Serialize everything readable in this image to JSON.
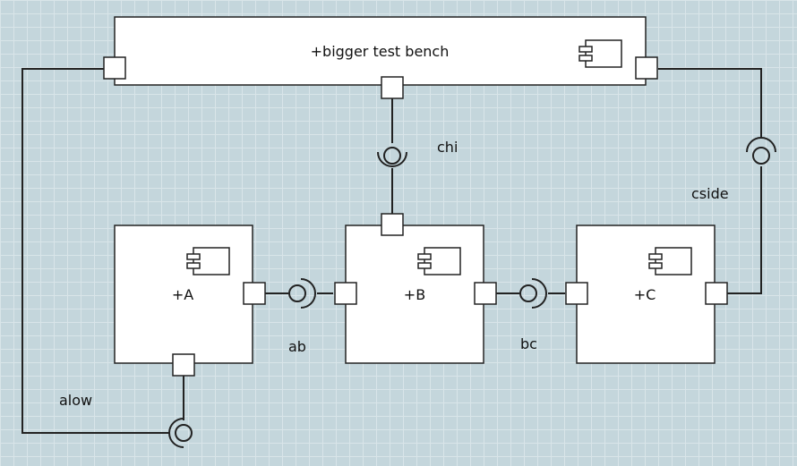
{
  "diagram": {
    "bench": {
      "name": "+bigger test bench"
    },
    "components": [
      {
        "name": "+A"
      },
      {
        "name": "+B"
      },
      {
        "name": "+C"
      }
    ],
    "connectors": [
      {
        "name": "chi"
      },
      {
        "name": "cside"
      },
      {
        "name": "ab"
      },
      {
        "name": "bc"
      },
      {
        "name": "alow"
      }
    ]
  }
}
